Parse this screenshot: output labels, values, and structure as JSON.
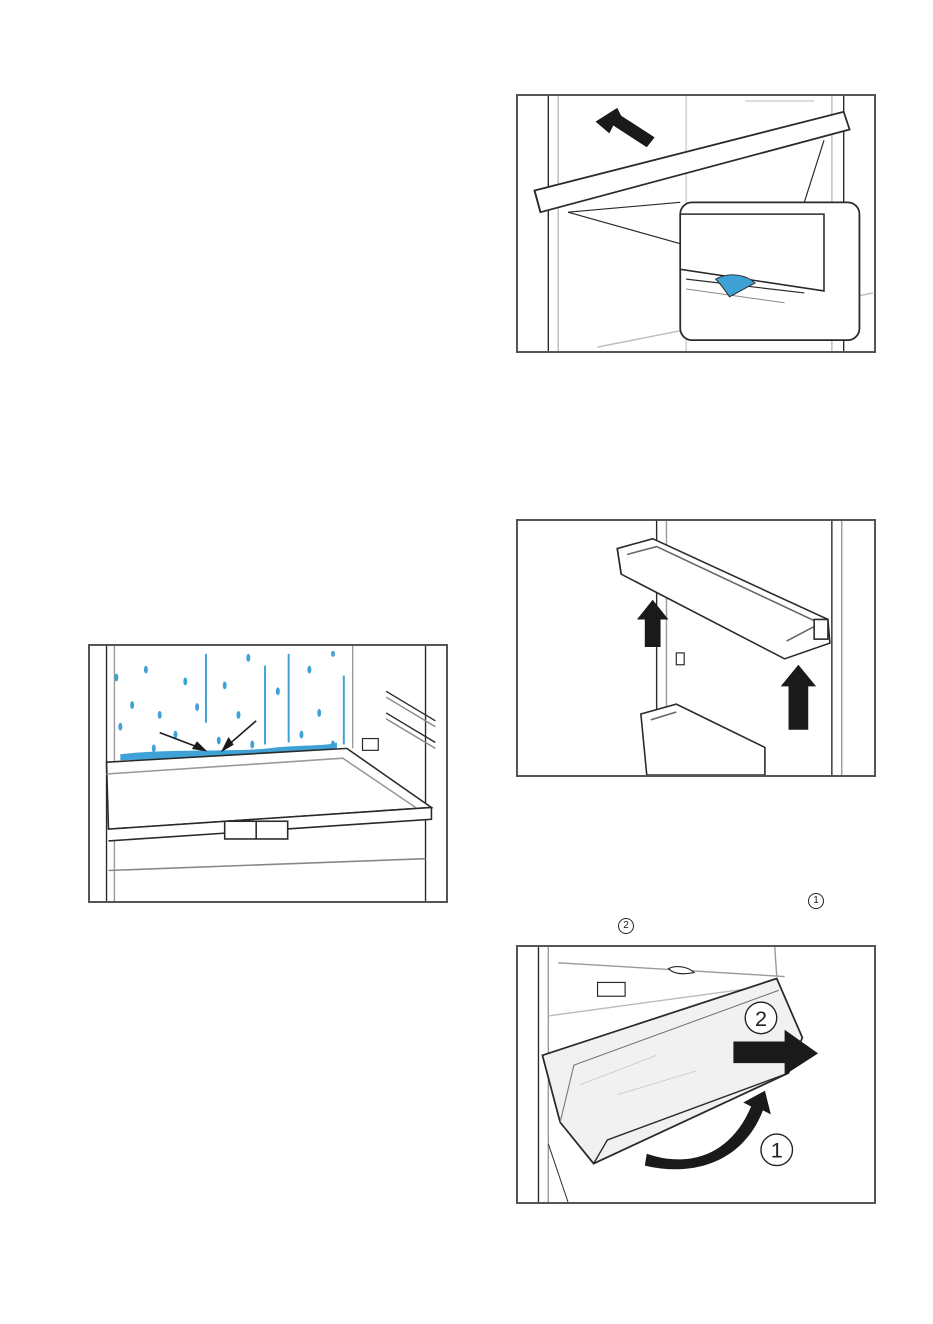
{
  "figures": {
    "drawer_step_labels": [
      "1",
      "2"
    ]
  },
  "callouts": {
    "step_1": "1",
    "step_2": "2"
  },
  "colors": {
    "water": "#3fa2d6",
    "line": "#2a2a2a",
    "frame": "#555555"
  }
}
